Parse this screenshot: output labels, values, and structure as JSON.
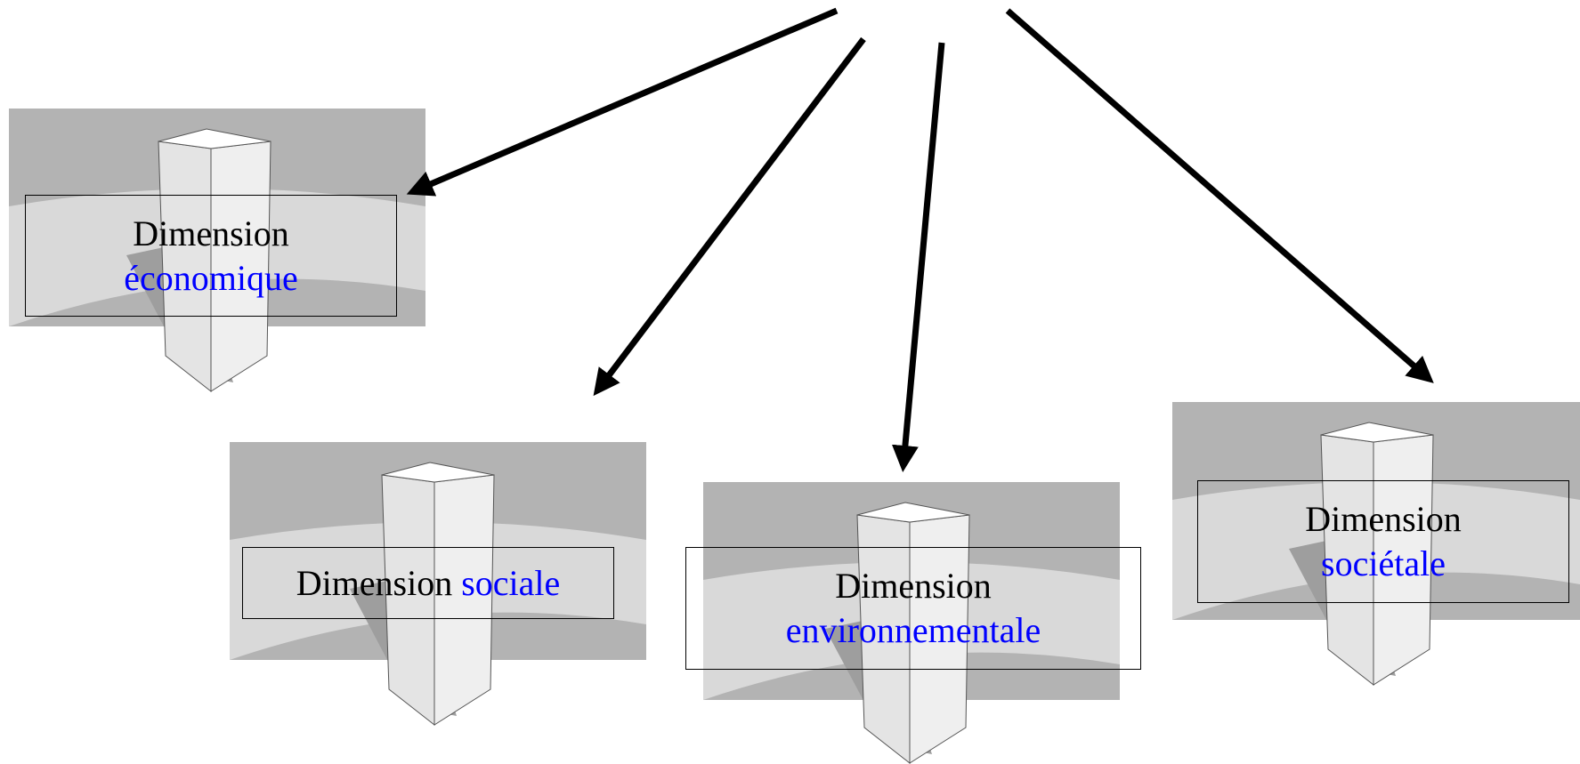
{
  "colors": {
    "background": "#ffffff",
    "scene_dark": "#b3b3b3",
    "scene_light": "#d9d9d9",
    "shadow": "#9e9e9e",
    "pillar_front": "#e4e4e4",
    "pillar_side": "#efefef",
    "pillar_top": "#ffffff",
    "arrow": "#000000",
    "accent_text": "#0000ff",
    "plain_text": "#000000"
  },
  "icons": {
    "pillar": "pillar-icon",
    "arrow": "arrow-icon"
  },
  "pillars": [
    {
      "id": "economique",
      "word": "Dimension",
      "accent": "économique"
    },
    {
      "id": "sociale",
      "word": "Dimension",
      "accent": "sociale"
    },
    {
      "id": "environnementale",
      "word": "Dimension",
      "accent": "environnementale"
    },
    {
      "id": "societale",
      "word": "Dimension",
      "accent": "sociétale"
    }
  ]
}
